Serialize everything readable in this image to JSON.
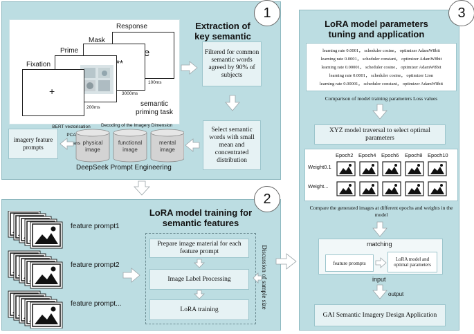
{
  "panel1": {
    "number": "1",
    "title": "Extraction of key semantic",
    "task": {
      "fixation": "Fixation",
      "prime": "Prime",
      "mask": "Mask",
      "response": "Response",
      "fixation_symbol": "+",
      "mask_symbol": "**",
      "response_letter": "e",
      "t_fixation": "200ms",
      "t_mask": "3000ms",
      "t_response": "100ms",
      "caption": "semantic priming task"
    },
    "filtered_box": "Filtered for common semantic words agreed by 90% of subjects",
    "select_box": "Select semantic words with small mean and concentrated distribution",
    "decoding_label": "Decoding of the Imagery Dimension",
    "methods": [
      "BERT vectorisation",
      "PCA",
      "K-means"
    ],
    "cylinders": [
      "physical image",
      "functional image",
      "mental image"
    ],
    "prompts_box": "imagery feature prompts",
    "engineering_label": "DeepSeek Prompt Engineering"
  },
  "panel2": {
    "number": "2",
    "title": "LoRA model training for semantic features",
    "prompts": [
      "feature prompt1",
      "feature prompt2",
      "feature prompt..."
    ],
    "steps": [
      "Prepare image material for each feature prompt",
      "Image Label Processing",
      "LoRA training"
    ],
    "side_label": "Discussion of sample size"
  },
  "panel3": {
    "number": "3",
    "title": "LoRA model parameters tuning and application",
    "params": [
      "learning rate 0.0001， scheduler cosine， optimizer AdamW8bit",
      "learning rate 0.0001， scheduler constant， optimizer AdamW8bit",
      "learning rate 0.00001， scheduler cosine， optimizer AdamW8bit",
      "learning rate 0.0001， scheduler cosine， optimizer Lion",
      "learning rate 0.00001， scheduler constant， optimizer AdamW8bit"
    ],
    "compare_caption": "Comparison of model training parameters Loss values",
    "xyz_box": "XYZ model traversal to select optimal parameters",
    "epochs": [
      "Epoch2",
      "Epoch4",
      "Epoch6",
      "Epoch8",
      "Epoch10"
    ],
    "weights": [
      "Weight0.1",
      "Weight..."
    ],
    "grid_caption": "Compare the generated images at different epochs and weights in the model",
    "matching_label": "matching",
    "match_left": "feature prompts",
    "match_right": "LoRA model and optimal parameters",
    "input_label": "input",
    "output_label": "output",
    "final_box": "GAI Semantic Imagery Design Application"
  }
}
